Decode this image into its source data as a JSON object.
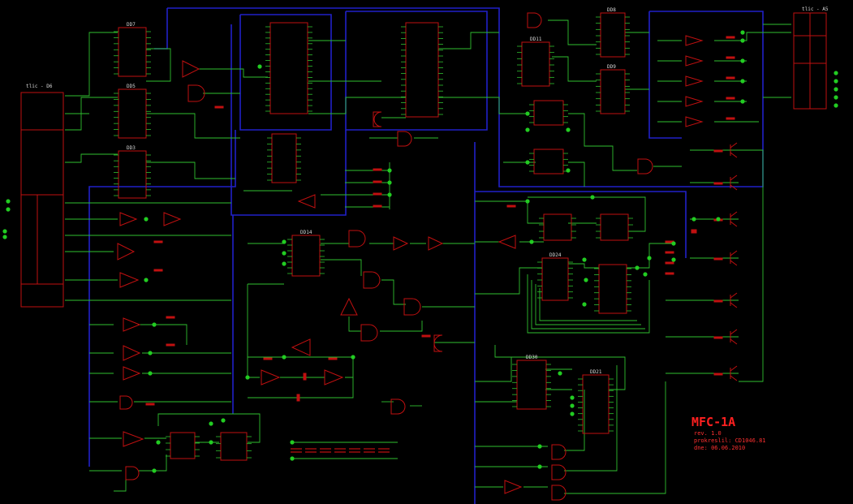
{
  "colors": {
    "background": "#000000",
    "wire": "#2fbf2f",
    "bus": "#2020c8",
    "component": "#c01010",
    "junction": "#22cc22",
    "text": "#d8d8d8",
    "title": "#ff2020"
  },
  "connectors": {
    "left": "tlic - D6",
    "right": "tlic - A5"
  },
  "chips": [
    {
      "id": "c1",
      "label": "DD7"
    },
    {
      "id": "c2",
      "label": "DD5"
    },
    {
      "id": "c3",
      "label": "DD3"
    },
    {
      "id": "c4",
      "label": ""
    },
    {
      "id": "c5",
      "label": ""
    },
    {
      "id": "c6",
      "label": ""
    },
    {
      "id": "c7",
      "label": "DD11"
    },
    {
      "id": "c8",
      "label": "DD8"
    },
    {
      "id": "c9",
      "label": "DD9"
    },
    {
      "id": "c10",
      "label": "DD14"
    },
    {
      "id": "c11",
      "label": ""
    },
    {
      "id": "c12",
      "label": ""
    },
    {
      "id": "c13",
      "label": ""
    },
    {
      "id": "c14",
      "label": ""
    },
    {
      "id": "c15",
      "label": "DD24"
    },
    {
      "id": "c16",
      "label": ""
    },
    {
      "id": "c17",
      "label": "DD30"
    },
    {
      "id": "c18",
      "label": "DD21"
    },
    {
      "id": "c19",
      "label": ""
    },
    {
      "id": "c20",
      "label": ""
    }
  ],
  "title_block": {
    "title": "MFC-1A",
    "revision": "rev. 1.0",
    "drawn_by": "prokreslil: CD1046.81",
    "date": "dne: 06.06.2010"
  }
}
